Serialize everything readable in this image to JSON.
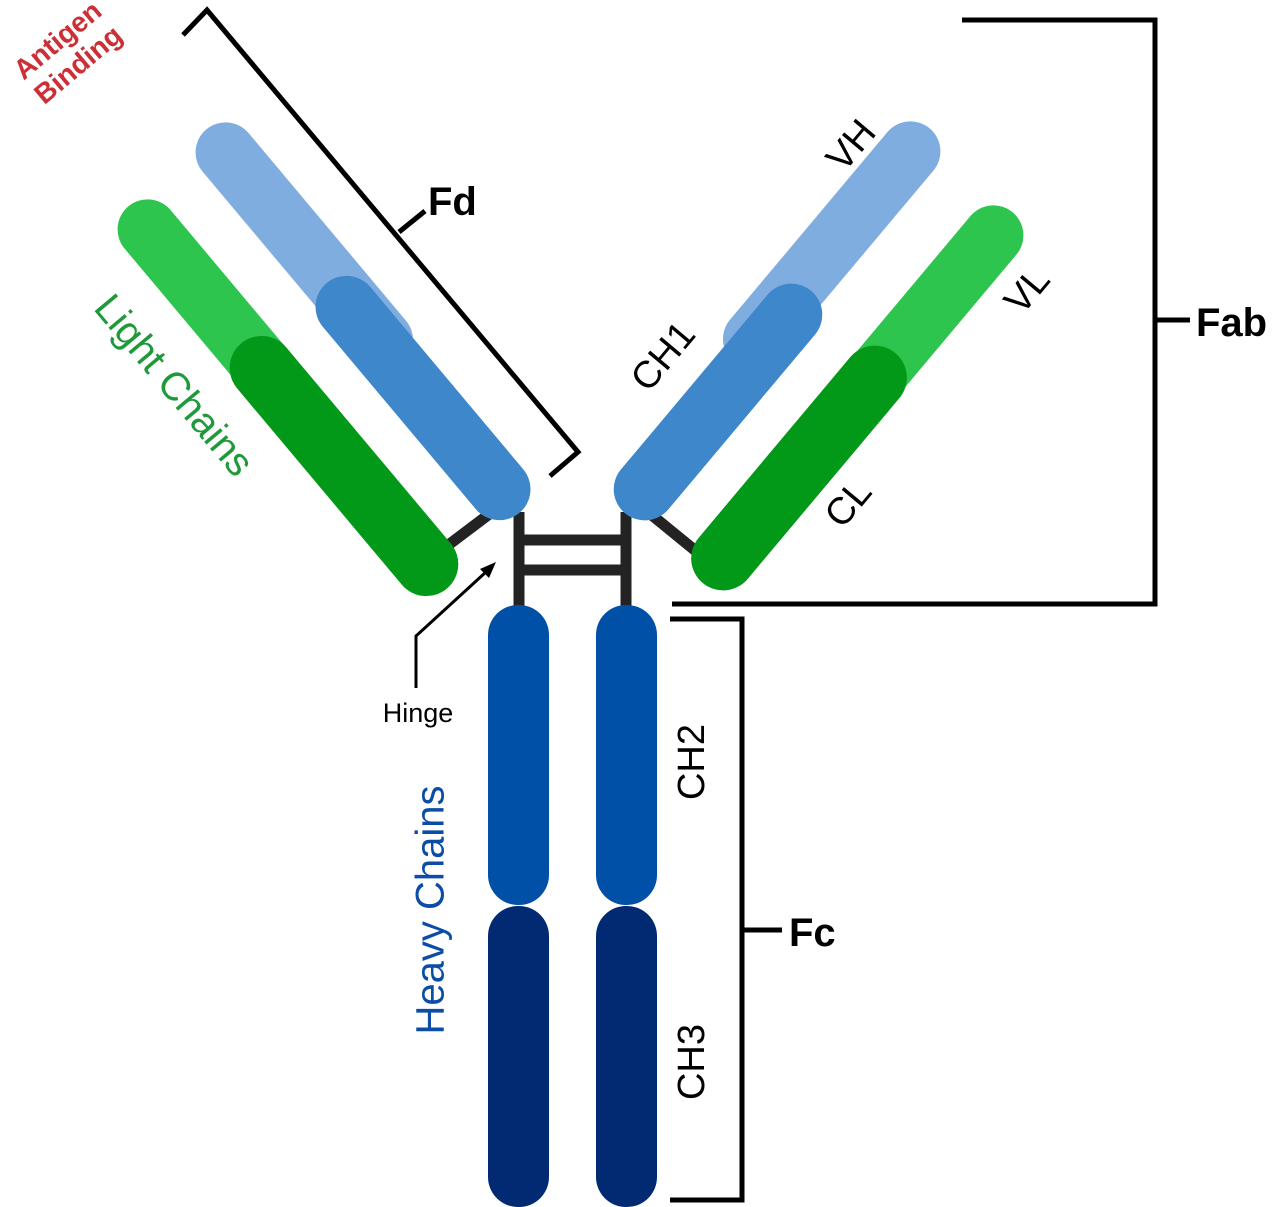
{
  "colors": {
    "variable_heavy": "#80ADE0",
    "constant_heavy_1": "#3E87CA",
    "constant_heavy_2": "#0150A8",
    "constant_heavy_3": "#012A73",
    "variable_light": "#2EC54E",
    "constant_light": "#029818",
    "linker": "#232323",
    "bracket": "#000000",
    "light_chains_label": "#1E9A3A",
    "heavy_chains_label": "#0B4DA6",
    "antigen_binding_label": "#CC2F36"
  },
  "labels": {
    "antigen_binding_line1": "Antigen",
    "antigen_binding_line2": "Binding",
    "light_chains": "Light Chains",
    "heavy_chains": "Heavy Chains",
    "fd": "Fd",
    "fab": "Fab",
    "fc": "Fc",
    "hinge": "Hinge",
    "vh": "VH",
    "vl": "VL",
    "ch1": "CH1",
    "cl": "CL",
    "ch2": "CH2",
    "ch3": "CH3"
  }
}
